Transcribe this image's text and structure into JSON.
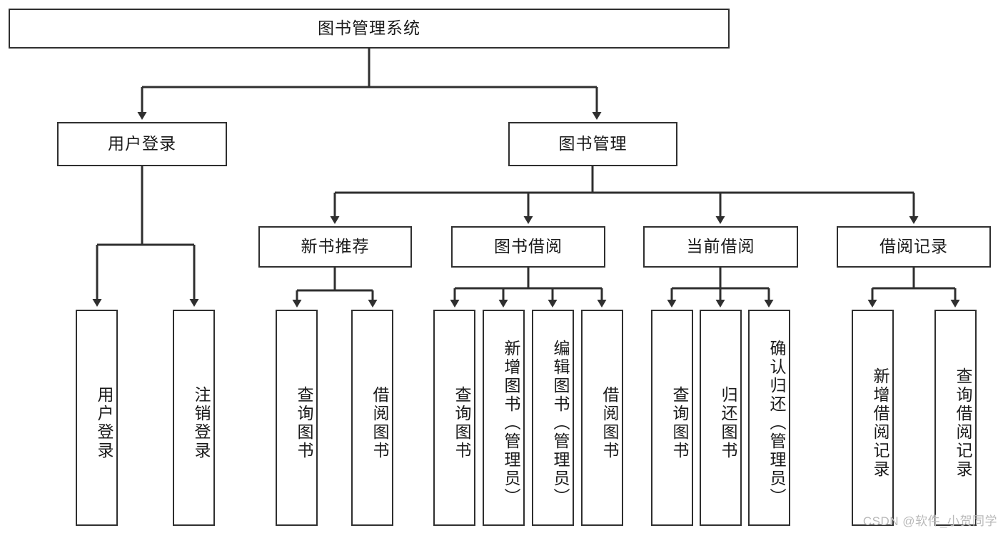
{
  "diagram": {
    "title": "图书管理系统",
    "type": "tree-hierarchy-diagram",
    "colors": {
      "line": "#2f2f2f",
      "box_border": "#2f2f2f",
      "box_fill": "#ffffff",
      "text": "#1a1a1a",
      "watermark": "#b9b9b9"
    },
    "root": {
      "label": "图书管理系统"
    },
    "level2": [
      {
        "label": "用户登录"
      },
      {
        "label": "图书管理"
      }
    ],
    "level3": [
      {
        "label": "新书推荐"
      },
      {
        "label": "图书借阅"
      },
      {
        "label": "当前借阅"
      },
      {
        "label": "借阅记录"
      }
    ],
    "leaves": {
      "user_login": [
        {
          "label": "用户登录"
        },
        {
          "label": "注销登录"
        }
      ],
      "new_book_recommend": [
        {
          "label": "查询图书"
        },
        {
          "label": "借阅图书"
        }
      ],
      "book_borrow": [
        {
          "label": "查询图书"
        },
        {
          "label": "新增图书（管理员）"
        },
        {
          "label": "编辑图书（管理员）"
        },
        {
          "label": "借阅图书"
        }
      ],
      "current_borrow": [
        {
          "label": "查询图书"
        },
        {
          "label": "归还图书"
        },
        {
          "label": "确认归还（管理员）"
        }
      ],
      "borrow_record": [
        {
          "label": "新增借阅记录"
        },
        {
          "label": "查询借阅记录"
        }
      ]
    }
  },
  "watermark": {
    "text": "CSDN @软件_小贺同学"
  }
}
